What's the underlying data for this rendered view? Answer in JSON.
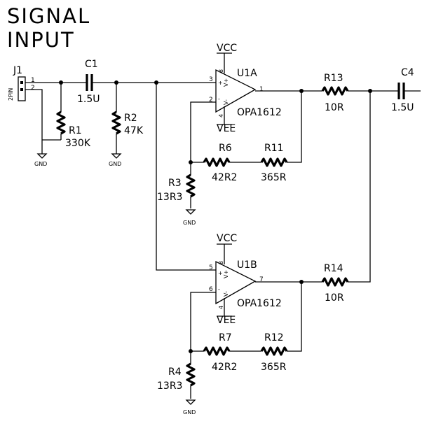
{
  "title": {
    "line1": "SIGNAL",
    "line2": "INPUT"
  },
  "connector": {
    "ref": "J1",
    "type": "2PIN",
    "pin1": "1",
    "pin2": "2"
  },
  "components": {
    "C1": {
      "ref": "C1",
      "value": "1.5U"
    },
    "C4": {
      "ref": "C4",
      "value": "1.5U"
    },
    "R1": {
      "ref": "R1",
      "value": "330K"
    },
    "R2": {
      "ref": "R2",
      "value": "47K"
    },
    "R3": {
      "ref": "R3",
      "value": "13R3"
    },
    "R4": {
      "ref": "R4",
      "value": "13R3"
    },
    "R6": {
      "ref": "R6",
      "value": "42R2"
    },
    "R7": {
      "ref": "R7",
      "value": "42R2"
    },
    "R11": {
      "ref": "R11",
      "value": "365R"
    },
    "R12": {
      "ref": "R12",
      "value": "365R"
    },
    "R13": {
      "ref": "R13",
      "value": "10R"
    },
    "R14": {
      "ref": "R14",
      "value": "10R"
    }
  },
  "opamps": {
    "U1A": {
      "ref": "U1A",
      "part": "OPA1612",
      "pin_in_pos": "3",
      "pin_in_neg": "2",
      "pin_out": "1",
      "pin_vpos": "8",
      "pin_vneg": "4",
      "sym_pos": "+",
      "sym_neg": "-",
      "rail_pos": "V+",
      "rail_neg": "V-"
    },
    "U1B": {
      "ref": "U1B",
      "part": "OPA1612",
      "pin_in_pos": "5",
      "pin_in_neg": "6",
      "pin_out": "7",
      "pin_vpos": "8",
      "pin_vneg": "4",
      "sym_pos": "+",
      "sym_neg": "-",
      "rail_pos": "V+",
      "rail_neg": "V-"
    }
  },
  "nets": {
    "vcc": "VCC",
    "vee": "VEE",
    "gnd": "GND"
  }
}
